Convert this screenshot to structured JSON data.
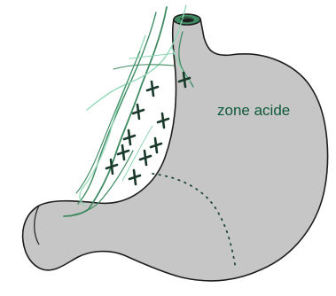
{
  "diagram": {
    "label": "zone acide",
    "colors": {
      "stomach_fill": "#c6c6c6",
      "outline": "#1e1e1e",
      "nerve": "#3f8a63",
      "nerve_light": "#8fd8b5",
      "marker": "#19392a",
      "label": "#0e5a3a",
      "boundary_dots": "#1f4a36",
      "background": "#ffffff"
    },
    "marker_count": 10,
    "icons": {
      "marker": "cross-marker-icon",
      "nerve": "nerve-fiber-line",
      "boundary": "dotted-acid-zone-boundary"
    }
  }
}
